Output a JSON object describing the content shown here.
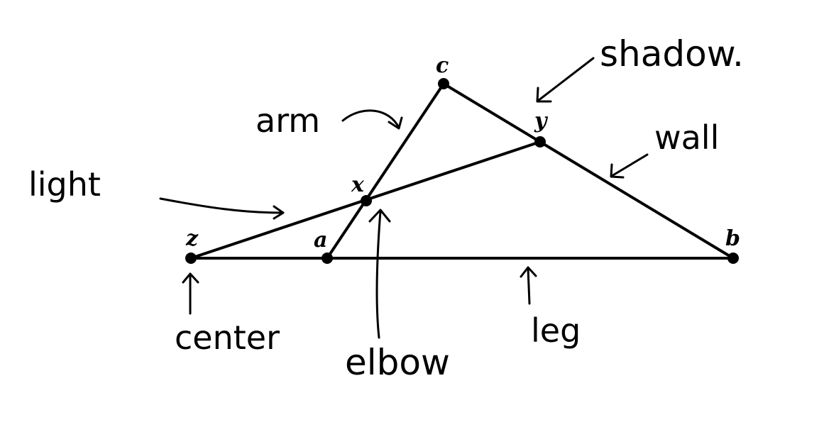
{
  "points": {
    "c": "c",
    "y": "y",
    "x": "x",
    "z": "z",
    "a": "a",
    "b": "b"
  },
  "annotations": {
    "shadow": "shadow.",
    "arm": "arm",
    "wall": "wall",
    "light": "light",
    "center": "center",
    "elbow": "elbow",
    "leg": "leg"
  }
}
